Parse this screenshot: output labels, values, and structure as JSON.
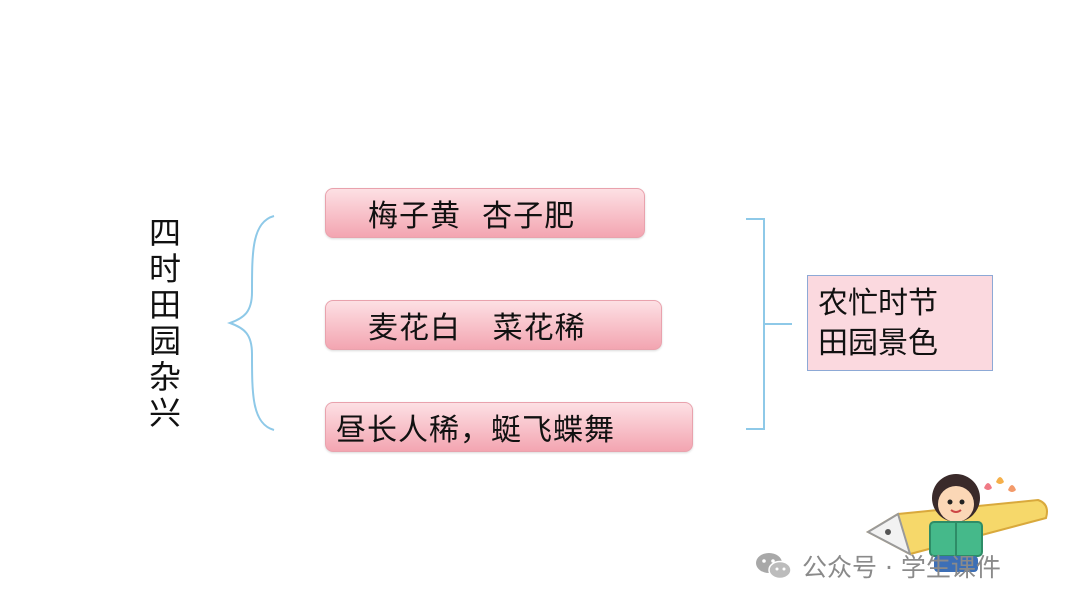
{
  "title_chars": [
    "四",
    "时",
    "田",
    "园",
    "杂",
    "兴"
  ],
  "items": [
    {
      "text": "梅子黄  杏子肥"
    },
    {
      "text": "麦花白   菜花稀"
    },
    {
      "text": "昼长人稀，蜓飞蝶舞"
    }
  ],
  "summary": {
    "line1": "农忙时节",
    "line2": "田园景色"
  },
  "watermark": {
    "text": "公众号 · 学生课件"
  },
  "colors": {
    "brace": "#8ec9e8",
    "pill": "#f3a5b1",
    "summary_bg": "#fbd9df"
  }
}
